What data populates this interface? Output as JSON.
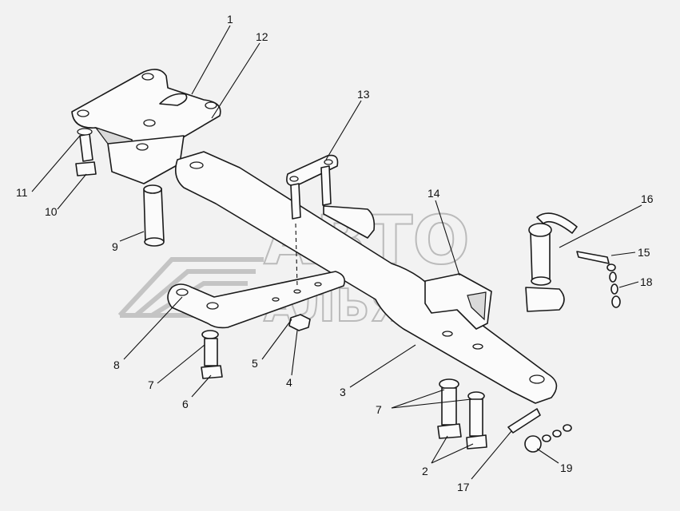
{
  "watermark": {
    "line1": "АВТО",
    "line2": "АЛЬЯНС"
  },
  "callouts": [
    {
      "id": "c1",
      "text": "1"
    },
    {
      "id": "c12",
      "text": "12"
    },
    {
      "id": "c11",
      "text": "11"
    },
    {
      "id": "c10",
      "text": "10"
    },
    {
      "id": "c13",
      "text": "13"
    },
    {
      "id": "c14",
      "text": "14"
    },
    {
      "id": "c16",
      "text": "16"
    },
    {
      "id": "c15",
      "text": "15"
    },
    {
      "id": "c18",
      "text": "18"
    },
    {
      "id": "c9",
      "text": "9"
    },
    {
      "id": "c8",
      "text": "8"
    },
    {
      "id": "c7a",
      "text": "7"
    },
    {
      "id": "c6",
      "text": "6"
    },
    {
      "id": "c5",
      "text": "5"
    },
    {
      "id": "c4",
      "text": "4"
    },
    {
      "id": "c3",
      "text": "3"
    },
    {
      "id": "c7b",
      "text": "7"
    },
    {
      "id": "c2",
      "text": "2"
    },
    {
      "id": "c17",
      "text": "17"
    },
    {
      "id": "c19",
      "text": "19"
    }
  ]
}
